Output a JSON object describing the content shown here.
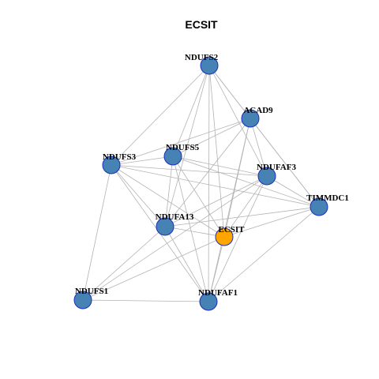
{
  "title": "ECSIT",
  "colors": {
    "node_default": "#4682b4",
    "node_focus": "#ffa500",
    "node_border": "#1a2fbf",
    "edge": "#b3b3b3"
  },
  "network": {
    "focus": "ECSIT",
    "nodes": [
      {
        "id": "NDUFS2",
        "label": "NDUFS2"
      },
      {
        "id": "ACAD9",
        "label": "ACAD9"
      },
      {
        "id": "NDUFS5",
        "label": "NDUFS5"
      },
      {
        "id": "NDUFS3",
        "label": "NDUFS3"
      },
      {
        "id": "NDUFAF3",
        "label": "NDUFAF3"
      },
      {
        "id": "TIMMDC1",
        "label": "TIMMDC1"
      },
      {
        "id": "NDUFA13",
        "label": "NDUFA13"
      },
      {
        "id": "ECSIT",
        "label": "ECSIT"
      },
      {
        "id": "NDUFS1",
        "label": "NDUFS1"
      },
      {
        "id": "NDUFAF1",
        "label": "NDUFAF1"
      }
    ],
    "edges": [
      [
        "NDUFS2",
        "NDUFS3"
      ],
      [
        "NDUFS2",
        "NDUFS5"
      ],
      [
        "NDUFS2",
        "ACAD9"
      ],
      [
        "NDUFS2",
        "NDUFAF3"
      ],
      [
        "NDUFS2",
        "TIMMDC1"
      ],
      [
        "NDUFS2",
        "NDUFA13"
      ],
      [
        "NDUFS2",
        "ECSIT"
      ],
      [
        "NDUFS2",
        "NDUFAF1"
      ],
      [
        "ACAD9",
        "NDUFS3"
      ],
      [
        "ACAD9",
        "NDUFS5"
      ],
      [
        "ACAD9",
        "NDUFAF3"
      ],
      [
        "ACAD9",
        "TIMMDC1"
      ],
      [
        "ACAD9",
        "NDUFA13"
      ],
      [
        "ACAD9",
        "ECSIT"
      ],
      [
        "ACAD9",
        "NDUFAF1"
      ],
      [
        "NDUFS5",
        "NDUFS3"
      ],
      [
        "NDUFS5",
        "NDUFAF3"
      ],
      [
        "NDUFS5",
        "TIMMDC1"
      ],
      [
        "NDUFS5",
        "NDUFA13"
      ],
      [
        "NDUFS5",
        "ECSIT"
      ],
      [
        "NDUFS5",
        "NDUFAF1"
      ],
      [
        "NDUFS3",
        "NDUFAF3"
      ],
      [
        "NDUFS3",
        "NDUFA13"
      ],
      [
        "NDUFS3",
        "ECSIT"
      ],
      [
        "NDUFS3",
        "NDUFS1"
      ],
      [
        "NDUFS3",
        "NDUFAF1"
      ],
      [
        "NDUFS3",
        "TIMMDC1"
      ],
      [
        "NDUFAF3",
        "TIMMDC1"
      ],
      [
        "NDUFAF3",
        "NDUFA13"
      ],
      [
        "NDUFAF3",
        "ECSIT"
      ],
      [
        "NDUFAF3",
        "NDUFAF1"
      ],
      [
        "NDUFAF3",
        "NDUFS1"
      ],
      [
        "TIMMDC1",
        "NDUFA13"
      ],
      [
        "TIMMDC1",
        "ECSIT"
      ],
      [
        "TIMMDC1",
        "NDUFAF1"
      ],
      [
        "NDUFA13",
        "ECSIT"
      ],
      [
        "NDUFA13",
        "NDUFAF1"
      ],
      [
        "NDUFA13",
        "NDUFS1"
      ],
      [
        "ECSIT",
        "NDUFS1"
      ],
      [
        "ECSIT",
        "NDUFAF1"
      ],
      [
        "NDUFS1",
        "NDUFAF1"
      ]
    ]
  }
}
